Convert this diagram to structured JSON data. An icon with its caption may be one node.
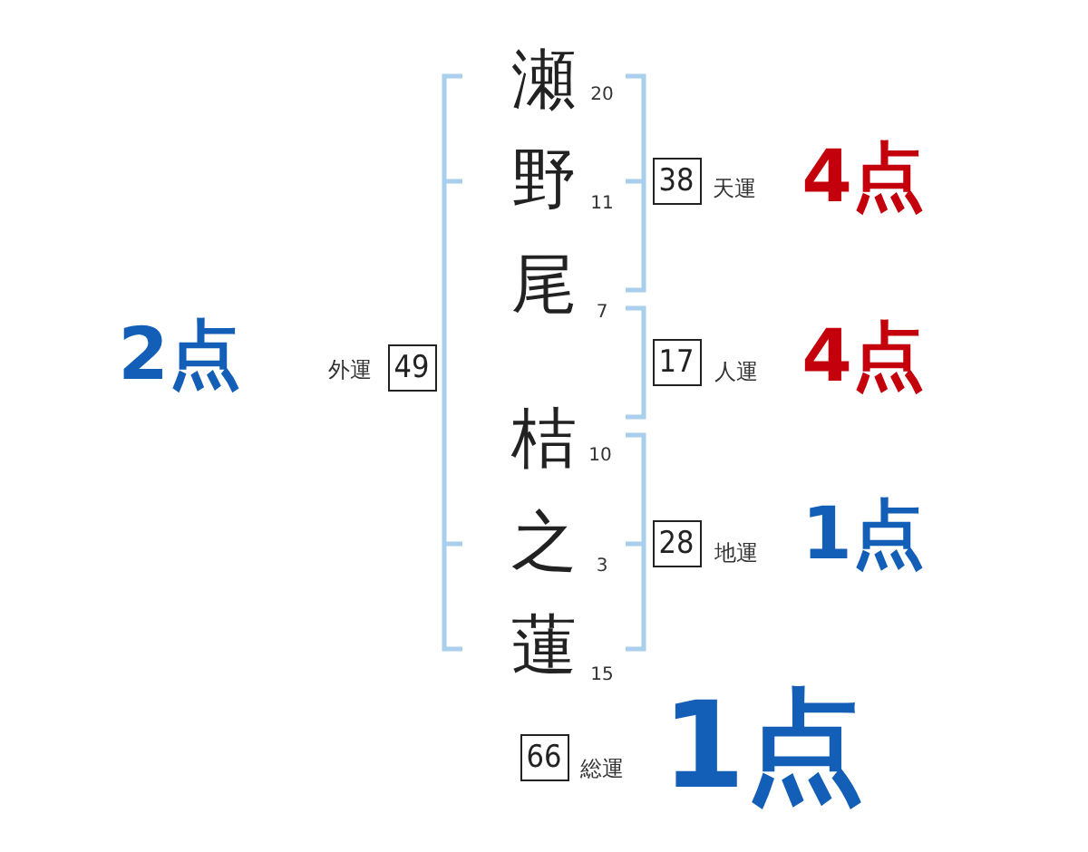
{
  "diagram": {
    "nodes": [
      {
        "text": [
          "38"
        ],
        "beside": [
          "天運",
          "4点"
        ]
      },
      {
        "text": [
          "49"
        ],
        "beside": [
          "外運",
          "2点"
        ]
      },
      {
        "text": [
          "17"
        ],
        "beside": [
          "人運",
          "4点"
        ]
      },
      {
        "text": [
          "28"
        ],
        "beside": [
          "地運",
          "1点"
        ]
      },
      {
        "text": [
          "66"
        ],
        "beside": [
          "総運",
          "1点"
        ]
      }
    ],
    "labels": [
      "瀬",
      "20",
      "野",
      "11",
      "尾",
      "7",
      "桔",
      "10",
      "之",
      "3",
      "蓮",
      "15"
    ]
  }
}
